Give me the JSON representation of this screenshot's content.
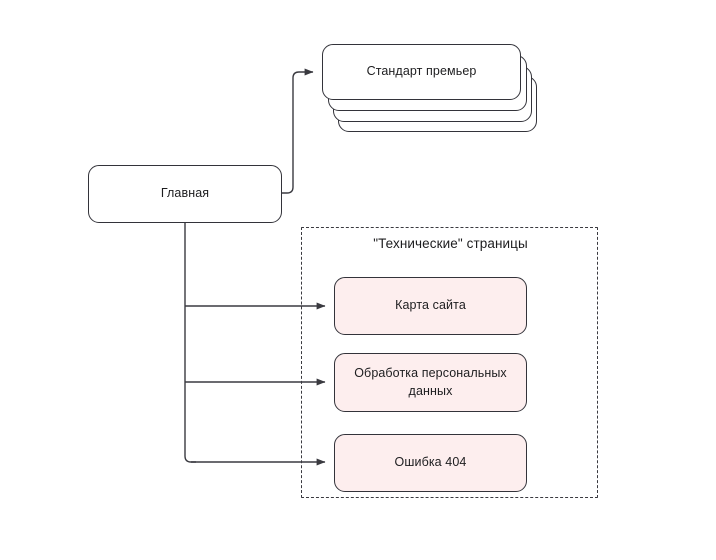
{
  "diagram": {
    "title_visible": false,
    "background_color": "#ffffff",
    "node_border_color": "#33333a",
    "node_text_color": "#1d1d1f",
    "pink_fill_color": "#fdeeee",
    "white_fill_color": "#ffffff",
    "dashed_border_color": "#3a3a40",
    "connector_color": "#3a3a40"
  },
  "root": {
    "label": "Главная",
    "shape": "rounded-rectangle",
    "fill": "#ffffff"
  },
  "stack": {
    "label": "Стандарт премьер",
    "shape": "stacked-rounded-rectangle",
    "layers": 4,
    "fill": "#ffffff"
  },
  "tech_group": {
    "label": "\"Технические\" страницы",
    "border_style": "dashed",
    "items": [
      {
        "label": "Карта сайта",
        "fill": "#fdeeee"
      },
      {
        "label": "Обработка персональных данных",
        "fill": "#fdeeee"
      },
      {
        "label": "Ошибка 404",
        "fill": "#fdeeee"
      }
    ]
  },
  "connectors": [
    {
      "from": "Главная",
      "to": "Стандарт премьер",
      "arrow": true,
      "style": "elbow"
    },
    {
      "from": "Главная",
      "to": "Карта сайта",
      "arrow": true,
      "style": "elbow"
    },
    {
      "from": "Главная",
      "to": "Обработка персональных данных",
      "arrow": true,
      "style": "elbow"
    },
    {
      "from": "Главная",
      "to": "Ошибка 404",
      "arrow": true,
      "style": "elbow"
    }
  ]
}
